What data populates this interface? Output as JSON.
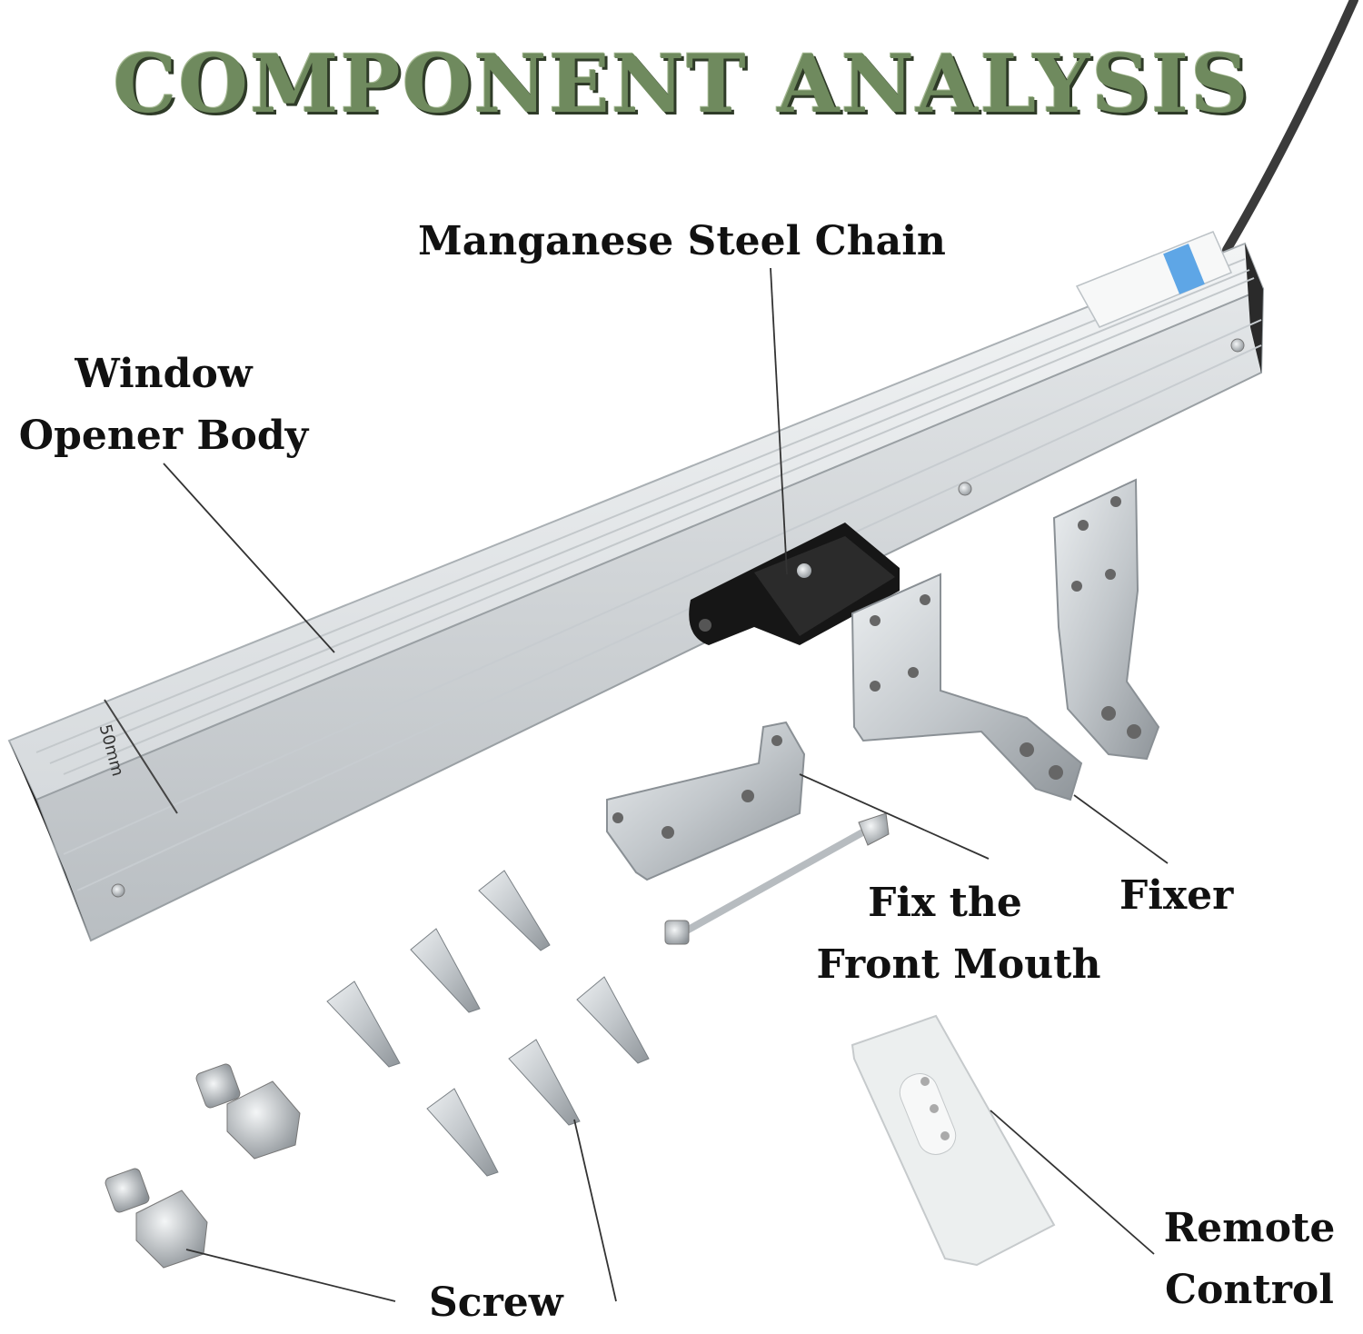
{
  "title": "COMPONENT ANALYSIS",
  "labels": {
    "chain": "Manganese Steel Chain",
    "body_line1": "Window",
    "body_line2": "Opener Body",
    "front_mouth_line1": "Fix the",
    "front_mouth_line2": "Front Mouth",
    "fixer": "Fixer",
    "screw": "Screw",
    "remote_line1": "Remote",
    "remote_line2": "Control"
  },
  "dimension": "50mm",
  "colors": {
    "title_fill": "#6f8a5e",
    "title_shadow": "#2f3b28",
    "aluminum": "#d9dde0",
    "bracket": "#c9cdd1",
    "chain_block": "#1a1a1a",
    "cable": "#3a3a3a"
  }
}
